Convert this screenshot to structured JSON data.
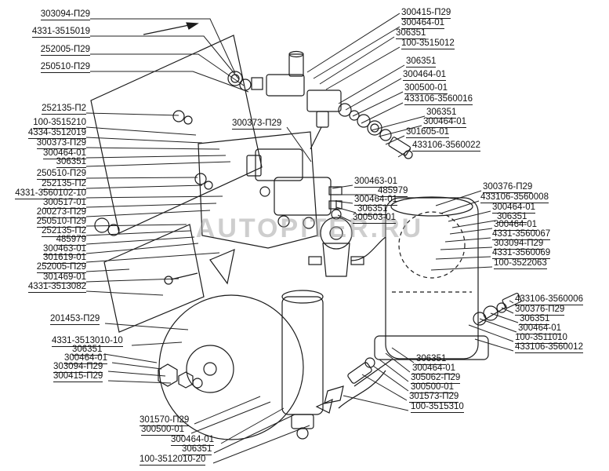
{
  "watermark": "AUTOPITER.RU",
  "labels": [
    "303094-П29",
    "4331-3515019",
    "252005-П29",
    "250510-П29",
    "252135-П2",
    "100-3515210",
    "4334-3512019",
    "300373-П29",
    "300464-01",
    "306351",
    "250510-П29",
    "252135-П2",
    "4331-3560102-10",
    "300517-01",
    "200273-П29",
    "250510-П29",
    "252135-П2",
    "485979",
    "300463-01",
    "301619-01",
    "252005-П29",
    "301469-01",
    "4331-3513082",
    "201453-П29",
    "4331-3513010-10",
    "306351",
    "300464-01",
    "303094-П29",
    "300415-П29",
    "301570-П29",
    "300500-01",
    "300464-01",
    "306351",
    "100-3512010-20",
    "300415-П29",
    "300464-01",
    "306351",
    "100-3515012",
    "306351",
    "300464-01",
    "300500-01",
    "433106-3560016",
    "306351",
    "300464-01",
    "301605-01",
    "433106-3560022",
    "300373-П29",
    "300463-01",
    "485979",
    "300464-01",
    "306351",
    "300503-01",
    "300376-П29",
    "433106-3560008",
    "300464-01",
    "306351",
    "300464-01",
    "4331-3560067",
    "303094-П29",
    "4331-3560069",
    "100-3522063",
    "433106-3560006",
    "300376-П29",
    "306351",
    "300464-01",
    "100-3511010",
    "433106-3560012",
    "306351",
    "300464-01",
    "305062-П29",
    "300500-01",
    "301573-П29",
    "100-3515310"
  ]
}
